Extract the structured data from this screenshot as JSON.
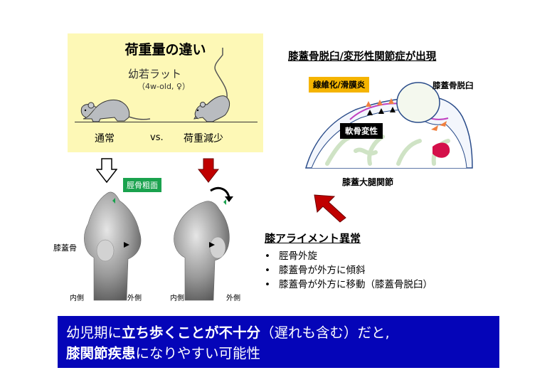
{
  "load_panel": {
    "title": "荷重量の違い",
    "rat_label": "幼若ラット",
    "rat_sub": "（4w-old, ♀）",
    "normal": "通常",
    "vs": "vs.",
    "reduced": "荷重減少"
  },
  "tibia": {
    "tuberosity": "脛骨粗面",
    "patella": "膝蓋骨",
    "medial": "内側",
    "lateral": "外側"
  },
  "knee_diagram": {
    "title": "膝蓋骨脱臼/変形性関節症が出現",
    "fibrosis": "線維化/滑膜炎",
    "dislocation": "膝蓋骨脱臼",
    "cartilage": "軟骨変性",
    "joint": "膝蓋大腿関節"
  },
  "alignment": {
    "title": "膝アライメント異常",
    "items": [
      "脛骨外旋",
      "膝蓋骨が外方に傾斜",
      "膝蓋骨が外方に移動（膝蓋骨脱臼）"
    ]
  },
  "banner": {
    "l1_a": "幼児期に",
    "l1_b": "立ち歩くことが不十分",
    "l1_c": "（遅れも含む）だと,",
    "l2_a": "膝関節疾患",
    "l2_b": "になりやすい可能性"
  },
  "colors": {
    "panel_bg": "#fdf8b6",
    "banner_bg": "#0505b8",
    "fibrosis": "#f5b400",
    "tuberosity": "#1aa24e",
    "arrow_red": "#c00000",
    "lesion": "#d4104a"
  }
}
